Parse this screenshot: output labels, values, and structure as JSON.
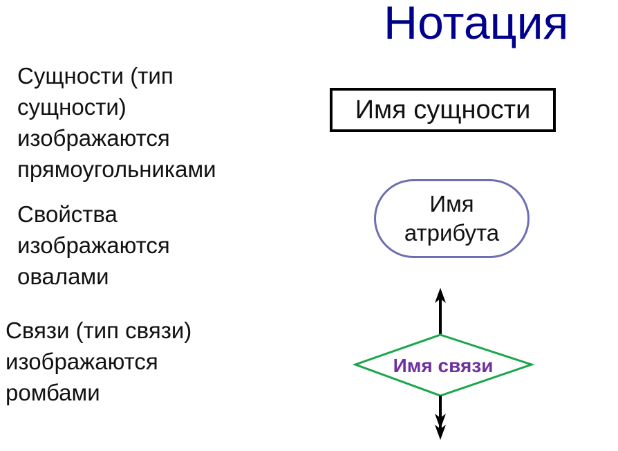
{
  "title": "Нотация",
  "entities_desc": [
    "Сущности  (тип",
    "сущности)",
    "изображаются",
    "прямоугольниками"
  ],
  "attributes_desc": [
    "Свойства",
    "изображаются",
    "овалами"
  ],
  "relations_desc": [
    "Связи (тип связи)",
    "изображаются",
    "ромбами"
  ],
  "entity_example": "Имя сущности",
  "attribute_example": [
    "Имя",
    "атрибута"
  ],
  "relation_example": "Имя связи",
  "colors": {
    "title": "#00008c",
    "oval_border": "#6e6eb0",
    "diamond_border": "#1aa64a",
    "relation_text": "#7030a0"
  }
}
